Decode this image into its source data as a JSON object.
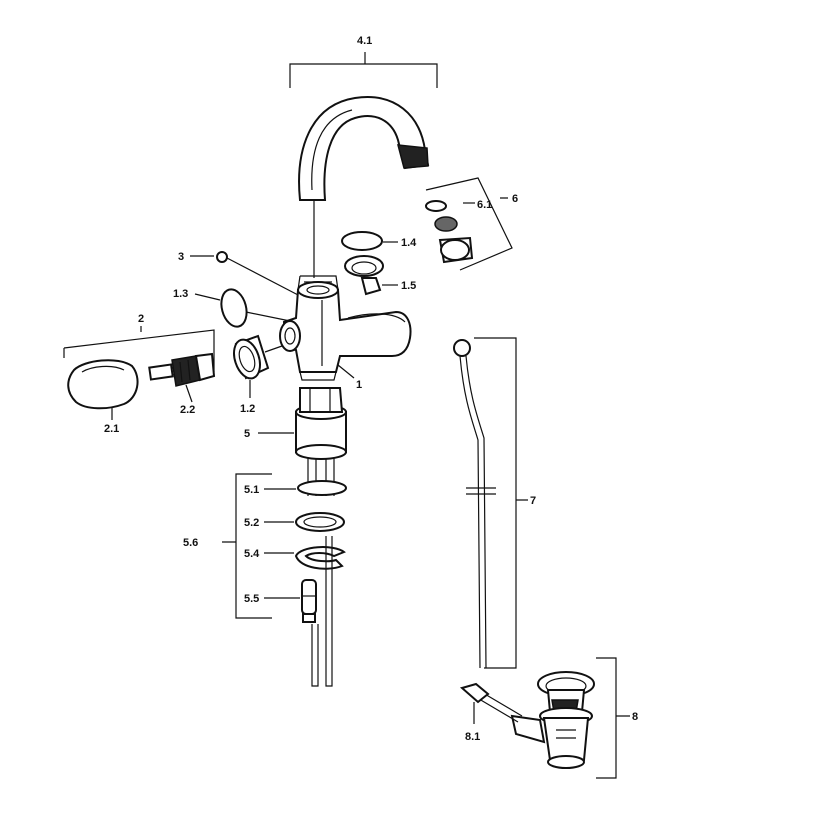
{
  "labels": {
    "l41": "4.1",
    "l6": "6",
    "l61": "6.1",
    "l14": "1.4",
    "l3": "3",
    "l15": "1.5",
    "l13": "1.3",
    "l2": "2",
    "l1": "1",
    "l22": "2.2",
    "l12": "1.2",
    "l21": "2.1",
    "l5": "5",
    "l7": "7",
    "l51": "5.1",
    "l52": "5.2",
    "l56": "5.6",
    "l54": "5.4",
    "l55": "5.5",
    "l8": "8",
    "l81": "8.1"
  }
}
